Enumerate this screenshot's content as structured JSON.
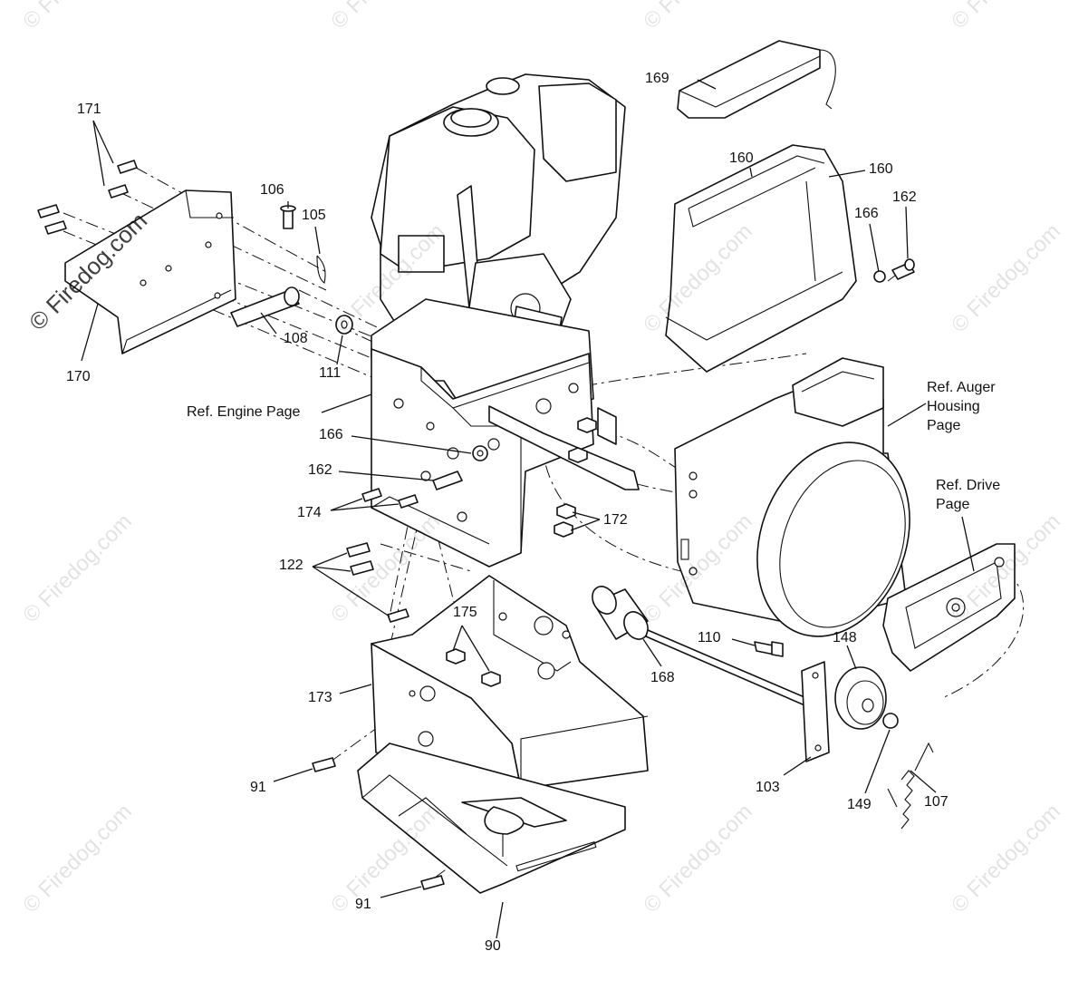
{
  "diagram": {
    "labels": [
      {
        "id": "l171",
        "text": "171"
      },
      {
        "id": "l170",
        "text": "170"
      },
      {
        "id": "l106",
        "text": "106"
      },
      {
        "id": "l105",
        "text": "105"
      },
      {
        "id": "l108",
        "text": "108"
      },
      {
        "id": "l111",
        "text": "111"
      },
      {
        "id": "l169",
        "text": "169"
      },
      {
        "id": "l160a",
        "text": "160"
      },
      {
        "id": "l160b",
        "text": "160"
      },
      {
        "id": "l166a",
        "text": "166"
      },
      {
        "id": "l162a",
        "text": "162"
      },
      {
        "id": "l166b",
        "text": "166"
      },
      {
        "id": "l162b",
        "text": "162"
      },
      {
        "id": "l174",
        "text": "174"
      },
      {
        "id": "l172",
        "text": "172"
      },
      {
        "id": "l122",
        "text": "122"
      },
      {
        "id": "l175",
        "text": "175"
      },
      {
        "id": "l173",
        "text": "173"
      },
      {
        "id": "l168",
        "text": "168"
      },
      {
        "id": "l110",
        "text": "110"
      },
      {
        "id": "l148",
        "text": "148"
      },
      {
        "id": "l103",
        "text": "103"
      },
      {
        "id": "l149",
        "text": "149"
      },
      {
        "id": "l107",
        "text": "107"
      },
      {
        "id": "l91a",
        "text": "91"
      },
      {
        "id": "l91b",
        "text": "91"
      },
      {
        "id": "l90",
        "text": "90"
      }
    ],
    "refs": {
      "engine": "Ref. Engine Page",
      "auger": [
        "Ref. Auger",
        "Housing",
        "Page"
      ],
      "drive": [
        "Ref. Drive",
        "Page"
      ]
    }
  },
  "watermark": {
    "text": "© Firedog.com"
  },
  "colors": {
    "line": "#111111",
    "background": "#ffffff"
  }
}
